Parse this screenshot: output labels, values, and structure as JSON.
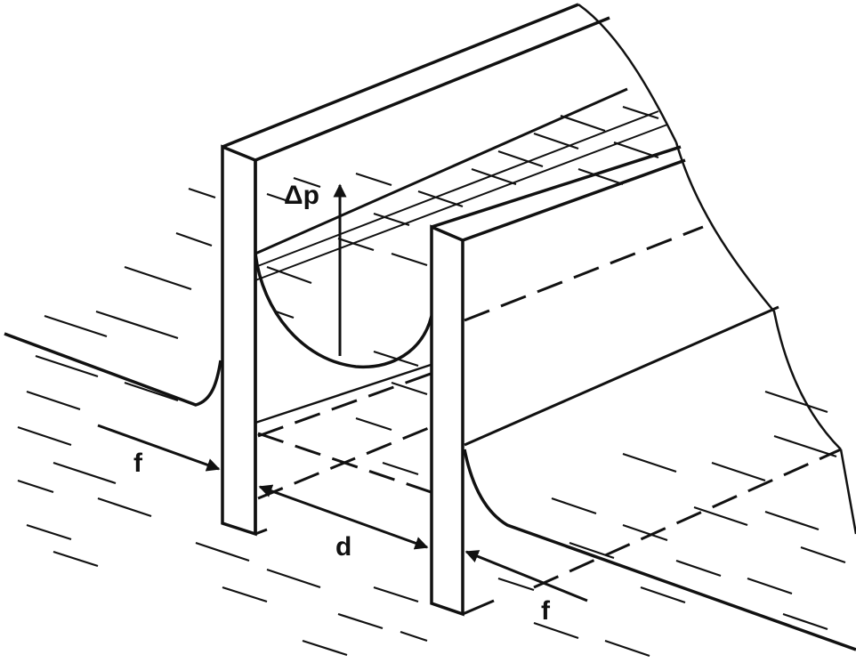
{
  "labels": {
    "pressure": "Δp",
    "force_left": "f",
    "separation": "d",
    "force_right": "f"
  },
  "colors": {
    "ink": "#111111",
    "background": "#ffffff"
  }
}
